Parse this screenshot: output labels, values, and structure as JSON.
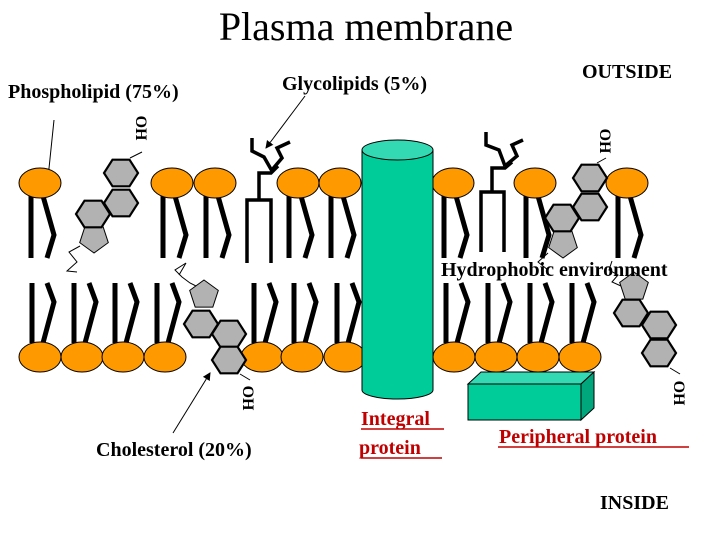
{
  "title": "Plasma membrane",
  "labels": {
    "outside": "OUTSIDE",
    "inside": "INSIDE",
    "phospholipid": "Phospholipid (75%)",
    "glycolipids": "Glycolipids (5%)",
    "cholesterol": "Cholesterol (20%)",
    "hydrophobic": "Hydrophobic environment",
    "integral_line1": "Integral",
    "integral_line2": " protein",
    "peripheral": "Peripheral protein",
    "oh": "OH"
  },
  "colors": {
    "phospholipid_head": "#ff9900",
    "cholesterol_ring": "#b2b2b2",
    "protein_body": "#00cc99",
    "protein_top": "#33d9b2",
    "protein_side": "#00a67c",
    "protein_label": "#c00000"
  },
  "composition": [
    {
      "component": "Phospholipid",
      "percent": 75
    },
    {
      "component": "Cholesterol",
      "percent": 20
    },
    {
      "component": "Glycolipids",
      "percent": 5
    }
  ]
}
